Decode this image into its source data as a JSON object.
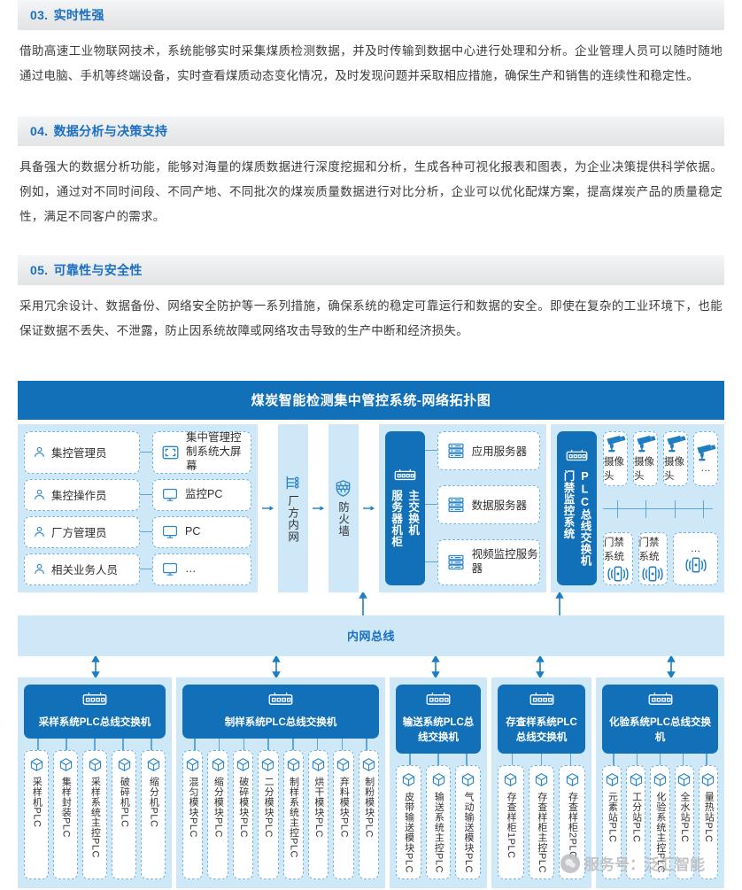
{
  "sections": [
    {
      "number": "03.",
      "title": "实时性强",
      "body": "借助高速工业物联网技术，系统能够实时采集煤质检测数据，并及时传输到数据中心进行处理和分析。企业管理人员可以随时随地通过电脑、手机等终端设备，实时查看煤质动态变化情况，及时发现问题并采取相应措施，确保生产和销售的连续性和稳定性。"
    },
    {
      "number": "04.",
      "title": "数据分析与决策支持",
      "body": "具备强大的数据分析功能，能够对海量的煤质数据进行深度挖掘和分析，生成各种可视化报表和图表，为企业决策提供科学依据。例如，通过对不同时间段、不同产地、不同批次的煤炭质量数据进行对比分析，企业可以优化配煤方案，提高煤炭产品的质量稳定性，满足不同客户的需求。"
    },
    {
      "number": "05.",
      "title": "可靠性与安全性",
      "body": "采用冗余设计、数据备份、网络安全防护等一系列措施，确保系统的稳定可靠运行和数据的安全。即使在复杂的工业环境下，也能保证数据不丢失、不泄露，防止因系统故障或网络攻击导致的生产中断和经济损失。"
    }
  ],
  "diagram": {
    "title": "煤炭智能检测集中管控系统-网络拓扑图",
    "accent": "#1270b8",
    "zone_bg": "#cfe8f7",
    "roles": [
      {
        "role": "集控管理员",
        "device": "集中管理控制系统大屏幕",
        "device_icon": "bigscreen-icon"
      },
      {
        "role": "集控操作员",
        "device": "监控PC",
        "device_icon": "monitor-icon"
      },
      {
        "role": "厂方管理员",
        "device": "PC",
        "device_icon": "monitor-icon"
      },
      {
        "role": "相关业务人员",
        "device": "…",
        "device_icon": "monitor-icon"
      }
    ],
    "intranet_label": "厂方内网",
    "firewall_label": "防火墙",
    "main_switch_label": "主交换机",
    "server_rack_label": "服务器机柜",
    "servers": [
      "应用服务器",
      "数据服务器",
      "视频监控服务器"
    ],
    "security_switch_label": "PLC总线交换机",
    "security_system_label": "门禁监控系统",
    "cameras": [
      "摄像头",
      "摄像头",
      "摄像头",
      "…"
    ],
    "doors": [
      "门禁系统",
      "门禁系统",
      "…"
    ],
    "inner_bus_label": "内网总线",
    "plc_groups": [
      {
        "switch": "采样系统PLC总线交换机",
        "items": [
          "采样机PLC",
          "集样封装PLC",
          "采样系统主控PLC",
          "破碎机PLC",
          "缩分机PLC"
        ]
      },
      {
        "switch": "制样系统PLC总线交换机",
        "items": [
          "混匀模块PLC",
          "缩分模块PLC",
          "破碎模块PLC",
          "二分模块PLC",
          "制样系统主控PLC",
          "烘干模块PLC",
          "弃料模块PLC",
          "制粉模块PLC"
        ]
      },
      {
        "switch": "输送系统PLC总线交换机",
        "items": [
          "皮带输送模块PLC",
          "输送系统主控PLC",
          "气动输送模块PLC"
        ]
      },
      {
        "switch": "存查样系统PLC总线交换机",
        "items": [
          "存查样柜1PLC",
          "存查样柜主控PLC",
          "存查样柜2PLC"
        ]
      },
      {
        "switch": "化验系统PLC总线交换机",
        "items": [
          "元素站PLC",
          "工分站PLC",
          "化验系统主控PLC",
          "全水站PLC",
          "量热站PLC"
        ]
      }
    ]
  },
  "watermark": {
    "text": "服务号：泛汇智能"
  }
}
